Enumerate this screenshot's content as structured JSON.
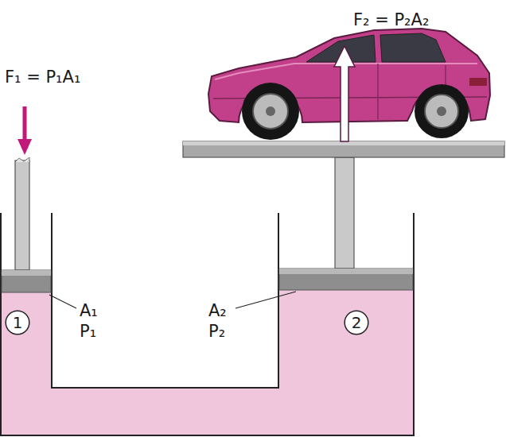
{
  "diagram": {
    "nodes": [
      {
        "text": [
          "1"
        ]
      },
      {
        "text": [
          "2"
        ]
      }
    ],
    "labels": [
      "F₁ = P₁A₁",
      "F₂ = P₂A₂",
      "A₁",
      "P₁",
      "A₂",
      "P₂"
    ]
  }
}
